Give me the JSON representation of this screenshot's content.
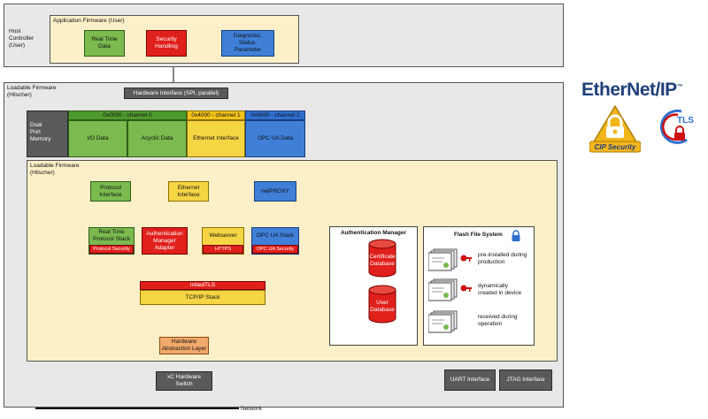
{
  "host": {
    "label": "Host\nController\n(User)",
    "app_firmware": "Application Firmware (User)",
    "real_time_data": "Real Time\nData",
    "security_handling": "Security\nHandling",
    "diagnostic": "Diagnostic,\nStatus,\nParameter"
  },
  "loadable_outer": {
    "label": "Loadable Firmware\n(Hilscher)",
    "hw_interface": "Hardware Interface (SPI, parallel)",
    "dpm_label": "Dual\nPort\nMemory",
    "channel0": "0x0000 - channel 0",
    "channel1": "0x4000 - channel 1",
    "channel2": "0x6000 - channel 2",
    "io_data": "I/O Data",
    "acyclic_data": "Acyclic Data",
    "ethernet_interface": "Ethernet Interface",
    "opcua_data": "OPC UA Data"
  },
  "loadable_inner": {
    "label": "Loadable Firmware\n(Hilscher)",
    "protocol_interface": "Protocol\nInterface",
    "ethernet_interface": "Ethernet\nInterface",
    "netproxy": "netPROXY",
    "rt_stack": "Real Time\nProtocol Stack",
    "protocol_security": "Protocol Security",
    "auth_adapter": "Authentication\nManager\nAdapter",
    "webserver": "Webserver",
    "https": "HTTPS",
    "opcua_stack": "OPC UA Stack",
    "opcua_security": "OPC UA Security",
    "mbedtls": "mbedTLS",
    "tcpip": "TCP/IP Stack",
    "hal": "Hardware\nAbstraction Layer"
  },
  "auth_manager": {
    "title": "Authentication Manager",
    "cert_db": "Certificate\nDatabase",
    "user_db": "User\nDatabase"
  },
  "flash": {
    "title": "Flash File System",
    "item1": "pre-installed during\nproduction",
    "item2": "dynamically\ncreated in device",
    "item3": "received during\noperation",
    "lock_icon": "lock-icon"
  },
  "bottom": {
    "switch": "xC Hardware\nSwitch",
    "uart": "UART Interface",
    "jtag": "JTAG Interface",
    "network": "Network"
  },
  "logos": {
    "ethernetip": "EtherNet/IP",
    "ethernetip_tm": "™",
    "cip_security": "CIP Security",
    "tls": "TLS"
  }
}
